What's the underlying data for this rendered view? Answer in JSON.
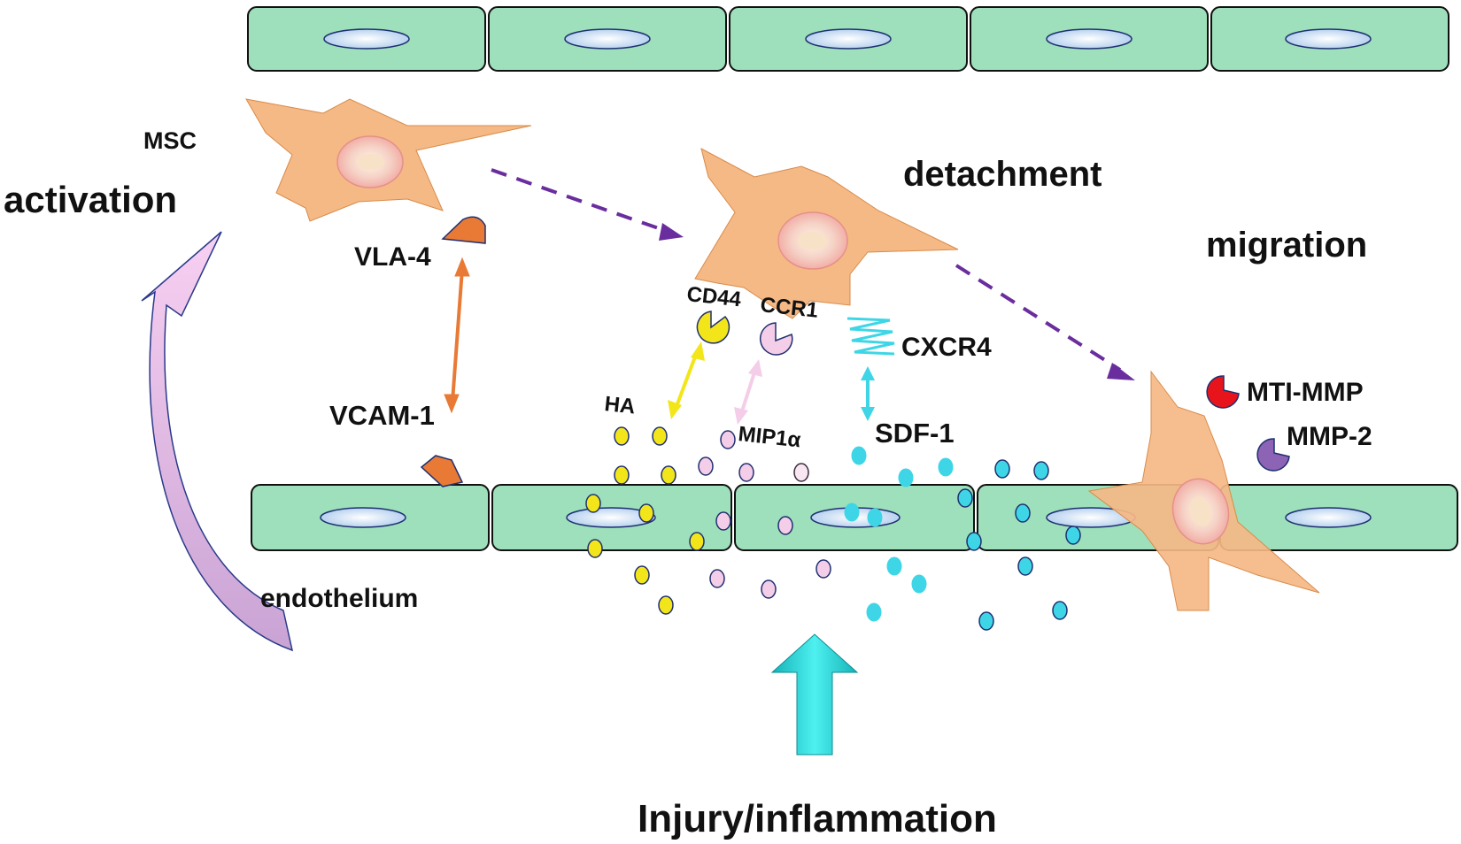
{
  "labels": {
    "msc": "MSC",
    "activation": "activation",
    "detachment": "detachment",
    "migration": "migration",
    "vla4": "VLA-4",
    "vcam1": "VCAM-1",
    "cd44": "CD44",
    "ccr1": "CCR1",
    "cxcr4": "CXCR4",
    "ha": "HA",
    "mip1a": "MIP1α",
    "sdf1": "SDF-1",
    "mti_mmp": "MTI-MMP",
    "mmp2": "MMP-2",
    "endothelium": "endothelium",
    "injury": "Injury/inflammation"
  },
  "colors": {
    "endothelial_cell": "#9de0bb",
    "nucleus": "#b8d4f0",
    "msc_cell": "#f5b985",
    "vla4_vcam1": "#e87a35",
    "cd44_ha": "#f2e61a",
    "ccr1_mip1a": "#f4cde8",
    "cxcr4_sdf1": "#3ed6e6",
    "mti_mmp": "#e8141c",
    "mmp2": "#8c63b5",
    "path_arrow": "#6a2d9e",
    "activation_arrow": "#f4c6ec",
    "injury_arrow": "#1cc7cc"
  }
}
